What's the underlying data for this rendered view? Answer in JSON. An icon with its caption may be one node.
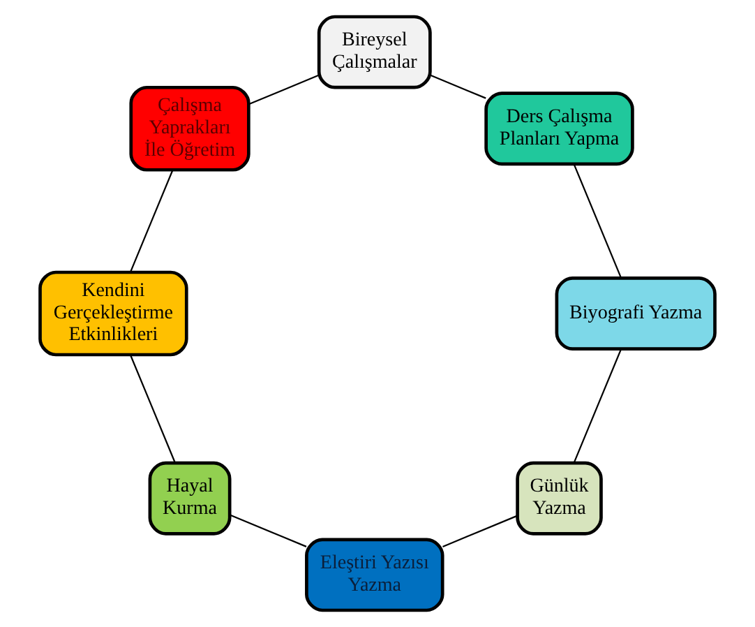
{
  "diagram": {
    "nodes": [
      {
        "text": [
          "Bireysel Çalışmalar"
        ]
      },
      {
        "text": [
          "Ders Çalışma Planları Yapma"
        ]
      },
      {
        "text": [
          "Biyografi Yazma"
        ]
      },
      {
        "text": [
          "Günlük Yazma"
        ]
      },
      {
        "text": [
          "Eleştiri Yazısı Yazma"
        ]
      },
      {
        "text": [
          "Hayal Kurma"
        ]
      },
      {
        "text": [
          "Kendini Gerçekleştirme Etkinlikleri"
        ]
      },
      {
        "text": [
          "Çalışma Yaprakları İle Öğretim"
        ]
      }
    ],
    "edges": [
      {
        "from": 0,
        "to": 1,
        "arrow": "none"
      },
      {
        "from": 1,
        "to": 2,
        "arrow": "none"
      },
      {
        "from": 2,
        "to": 3,
        "arrow": "none"
      },
      {
        "from": 3,
        "to": 4,
        "arrow": "none"
      },
      {
        "from": 4,
        "to": 5,
        "arrow": "none"
      },
      {
        "from": 5,
        "to": 6,
        "arrow": "none"
      },
      {
        "from": 6,
        "to": 7,
        "arrow": "none"
      },
      {
        "from": 7,
        "to": 0,
        "arrow": "none"
      }
    ]
  }
}
